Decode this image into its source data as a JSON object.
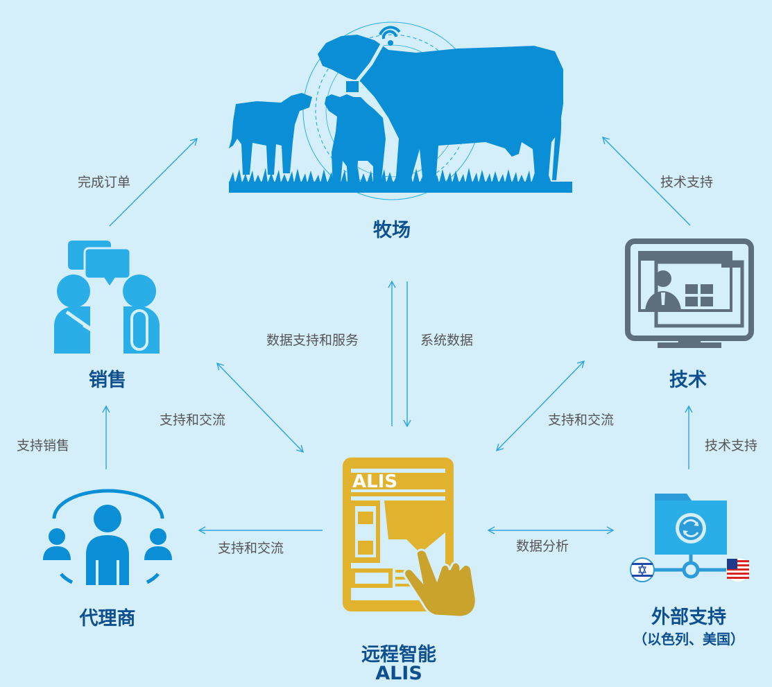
{
  "colors": {
    "background": "#d4eefa",
    "primary_blue": "#0a8fd6",
    "light_blue": "#2aaee8",
    "label_navy": "#0d4f8f",
    "arrow": "#2aa3df",
    "gold": "#e1b22e",
    "dark_gold": "#c9a32b",
    "monitor_gray": "#5d6f7b"
  },
  "nodes": {
    "farm": {
      "label": "牧场",
      "icon": "cattle-icon"
    },
    "sales": {
      "label": "销售",
      "icon": "handshake-chat-icon"
    },
    "tech": {
      "label": "技术",
      "icon": "monitor-user-icon"
    },
    "dealer": {
      "label": "代理商",
      "icon": "group-people-icon"
    },
    "alis": {
      "label_line1": "远程智能",
      "label_line2": "ALIS",
      "icon_text": "ALIS",
      "icon": "tablet-touch-icon"
    },
    "external": {
      "label_line1": "外部支持",
      "label_line2": "（以色列、美国）",
      "icon": "folder-network-icon"
    }
  },
  "edges": {
    "sales_to_farm": "完成订单",
    "tech_to_farm": "技术支持",
    "alis_to_farm": "数据支持和服务",
    "farm_to_alis": "系统数据",
    "sales_alis": "支持和交流",
    "tech_alis": "支持和交流",
    "dealer_to_sales": "支持销售",
    "external_to_tech": "技术支持",
    "alis_to_dealer": "支持和交流",
    "alis_external": "数据分析"
  }
}
